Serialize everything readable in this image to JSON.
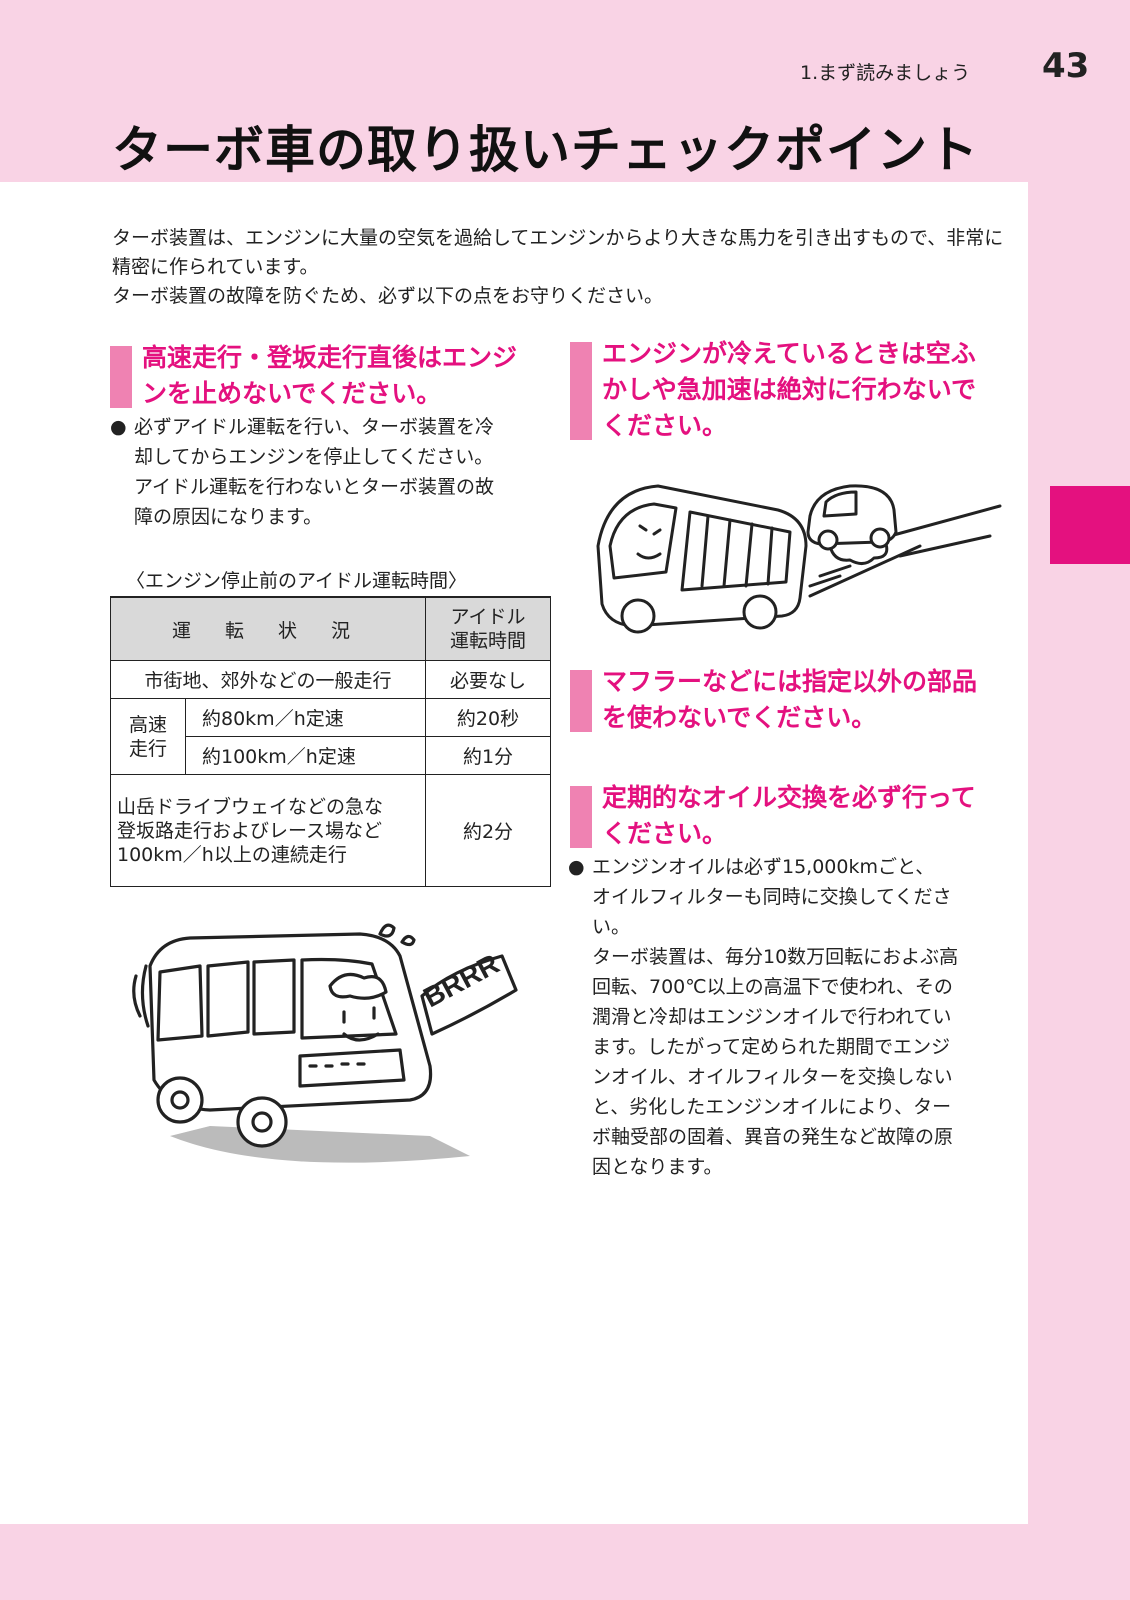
{
  "header": {
    "chapter": "1.まず読みましょう",
    "page_number": "43",
    "title": "ターボ車の取り扱いチェックポイント"
  },
  "intro": [
    "ターボ装置は、エンジンに大量の空気を過給してエンジンからより大きな馬力を引き出すもので、非常に精密に作られています。",
    "ターボ装置の故障を防ぐため、必ず以下の点をお守りください。"
  ],
  "sections": {
    "s1": {
      "heading_line1": "高速走行・登坂走行直後はエンジ",
      "heading_line2": "ンを止めないでください。",
      "bullet_mark": "●",
      "bullet_line1": "必ずアイドル運転を行い、ターボ装置を冷",
      "bullet_line2": "却してからエンジンを停止してください。",
      "bullet_line3": "アイドル運転を行わないとターボ装置の故",
      "bullet_line4": "障の原因になります。"
    },
    "s2": {
      "heading_line1": "エンジンが冷えているときは空ふ",
      "heading_line2": "かしや急加速は絶対に行わないで",
      "heading_line3": "ください。"
    },
    "s3": {
      "heading_line1": "マフラーなどには指定以外の部品",
      "heading_line2": "を使わないでください。"
    },
    "s4": {
      "heading_line1": "定期的なオイル交換を必ず行って",
      "heading_line2": "ください。",
      "bullet_mark": "●",
      "lines": [
        "エンジンオイルは必ず15,000kmごと、",
        "オイルフィルターも同時に交換してくださ",
        "い。",
        "ターボ装置は、毎分10数万回転におよぶ高",
        "回転、700℃以上の高温下で使われ、その",
        "潤滑と冷却はエンジンオイルで行われてい",
        "ます。したがって定められた期間でエンジ",
        "ンオイル、オイルフィルターを交換しない",
        "と、劣化したエンジンオイルにより、ター",
        "ボ軸受部の固着、異音の発生など故障の原",
        "因となります。"
      ]
    }
  },
  "table": {
    "caption": "〈エンジン停止前のアイドル運転時間〉",
    "header_condition": "運 転 状 況",
    "header_idle_line1": "アイドル",
    "header_idle_line2": "運転時間",
    "row1_condition": "市街地、郊外などの一般走行",
    "row1_time": "必要なし",
    "group_label_line1": "高速",
    "group_label_line2": "走行",
    "row2_condition": "約80km／h定速",
    "row2_time": "約20秒",
    "row3_condition": "約100km／h定速",
    "row3_time": "約1分",
    "row4_line1": "山岳ドライブウェイなどの急な",
    "row4_line2": "登坂路走行およびレース場など",
    "row4_line3": "100km／h以上の連続走行",
    "row4_time": "約2分"
  },
  "illustrations": {
    "van_sound_text": "BRRR",
    "bus_icon": "van-racing-cartoon",
    "van_icon": "van-revving-cartoon"
  },
  "colors": {
    "accent": "#e4117f",
    "band": "#f9d3e5",
    "heading_bar": "#ef82b2"
  }
}
